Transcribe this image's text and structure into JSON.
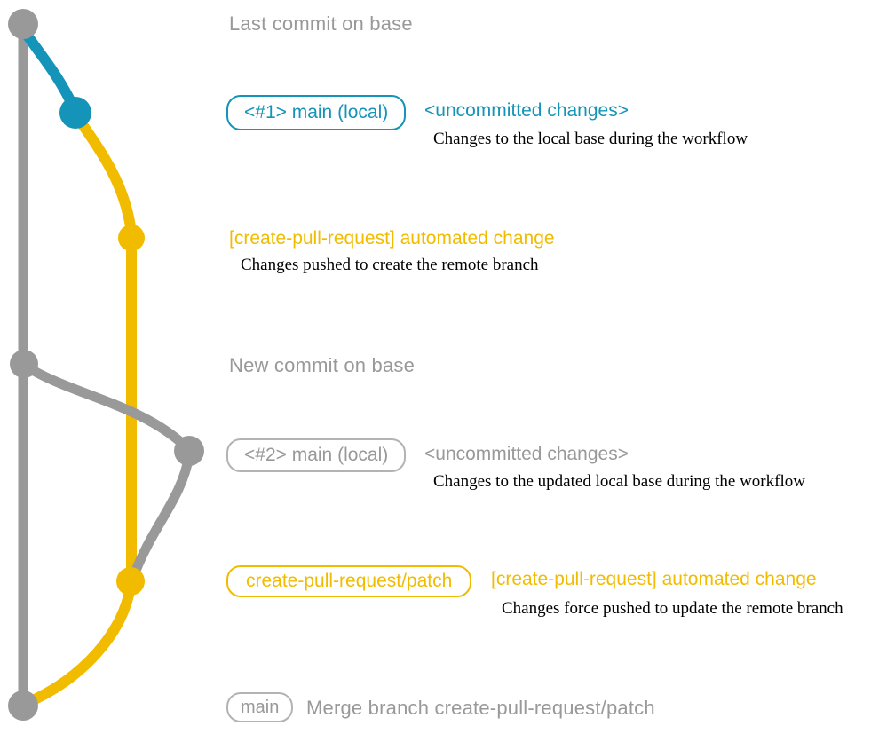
{
  "colors": {
    "teal": "#1494b8",
    "yellow": "#f1bc00",
    "gray": "#999999",
    "gray_border": "#b3b3b3",
    "text_dark": "#000000"
  },
  "graph": {
    "type": "git-branch-diagram",
    "branches": [
      {
        "name": "base (main remote)",
        "color_key": "gray"
      },
      {
        "name": "main (local)",
        "color_key": "teal"
      },
      {
        "name": "create-pull-request/patch",
        "color_key": "yellow"
      }
    ],
    "commit_dots": [
      {
        "id": "last-commit-on-base",
        "color_key": "gray"
      },
      {
        "id": "main-local-1",
        "color_key": "teal"
      },
      {
        "id": "automated-change-1",
        "color_key": "yellow"
      },
      {
        "id": "new-commit-on-base",
        "color_key": "gray"
      },
      {
        "id": "main-local-2",
        "color_key": "gray"
      },
      {
        "id": "automated-change-2",
        "color_key": "yellow"
      },
      {
        "id": "merge-commit",
        "color_key": "gray"
      }
    ]
  },
  "rows": {
    "last_commit": {
      "label": "Last commit on base"
    },
    "commit1": {
      "badge": "<#1> main (local)",
      "title": "<uncommitted changes>",
      "desc": "Changes to the local base during the workflow"
    },
    "push1": {
      "title": "[create-pull-request] automated change",
      "desc": "Changes pushed to create the remote branch"
    },
    "new_commit": {
      "label": "New commit on base"
    },
    "commit2": {
      "badge": "<#2> main (local)",
      "title": "<uncommitted changes>",
      "desc": "Changes to the updated local base during the workflow"
    },
    "push2": {
      "badge": "create-pull-request/patch",
      "title": "[create-pull-request] automated change",
      "desc": "Changes force pushed to update the remote branch"
    },
    "merge": {
      "badge": "main",
      "label": "Merge branch create-pull-request/patch"
    }
  }
}
